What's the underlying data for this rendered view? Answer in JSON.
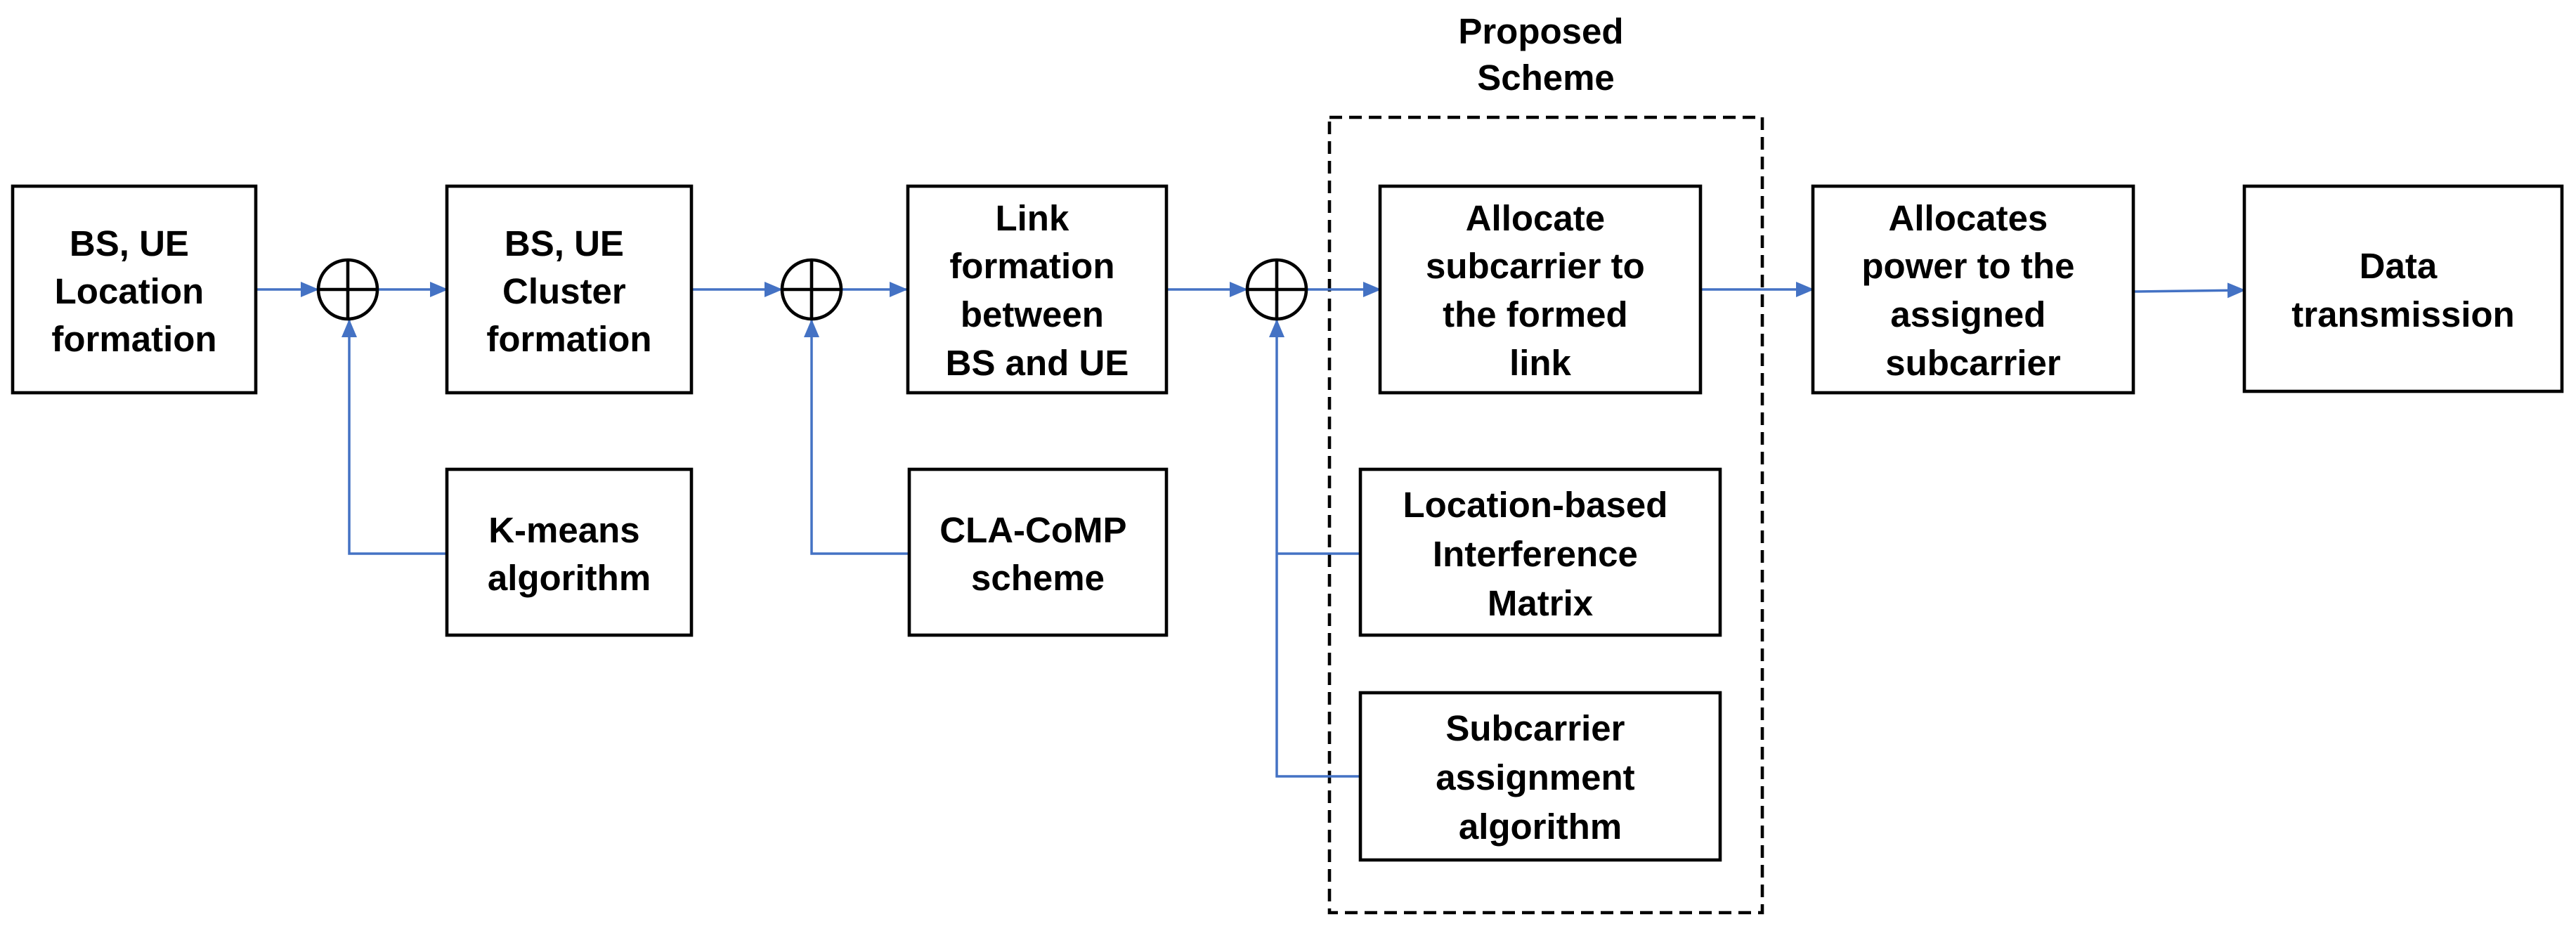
{
  "proposed_label": [
    "Proposed",
    "Scheme"
  ],
  "blocks": {
    "bs_ue_location": [
      "BS, UE",
      "Location",
      "formation"
    ],
    "bs_ue_cluster": [
      "BS, UE",
      "Cluster",
      "formation"
    ],
    "link_formation": [
      "Link",
      "formation",
      "between",
      "BS and UE"
    ],
    "allocate_subcarrier": [
      "Allocate",
      "subcarrier to",
      "the formed",
      "link"
    ],
    "allocate_power": [
      "Allocates",
      "power to the",
      "assigned",
      "subcarrier"
    ],
    "data_transmission": [
      "Data",
      "transmission"
    ],
    "kmeans": [
      "K-means",
      "algorithm"
    ],
    "cla_comp": [
      "CLA-CoMP",
      "scheme"
    ],
    "interference_matrix": [
      "Location-based",
      "Interference",
      "Matrix"
    ],
    "subcarrier_assignment": [
      "Subcarrier",
      "assignment",
      "algorithm"
    ]
  },
  "colors": {
    "connector": "#4472C4",
    "box_border": "#000000",
    "text": "#000000"
  }
}
